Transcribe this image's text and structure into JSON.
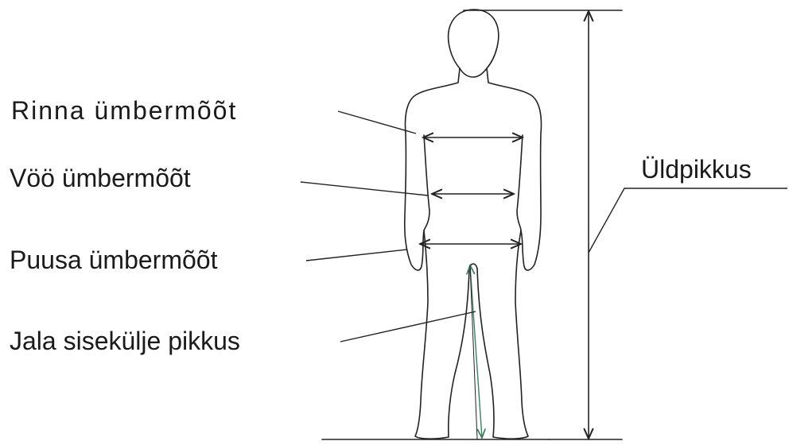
{
  "labels": {
    "chest": "Rinna ümbermõõt",
    "waist": "Vöö ümbermõõt",
    "hip": "Puusa ümbermõõt",
    "inseam": "Jala sisekülje pikkus",
    "total_height": "Üldpikkus"
  },
  "colors": {
    "line": "#222222",
    "inseam_line": "#3f7f62",
    "text": "#1a1a1a",
    "background": "#ffffff"
  }
}
